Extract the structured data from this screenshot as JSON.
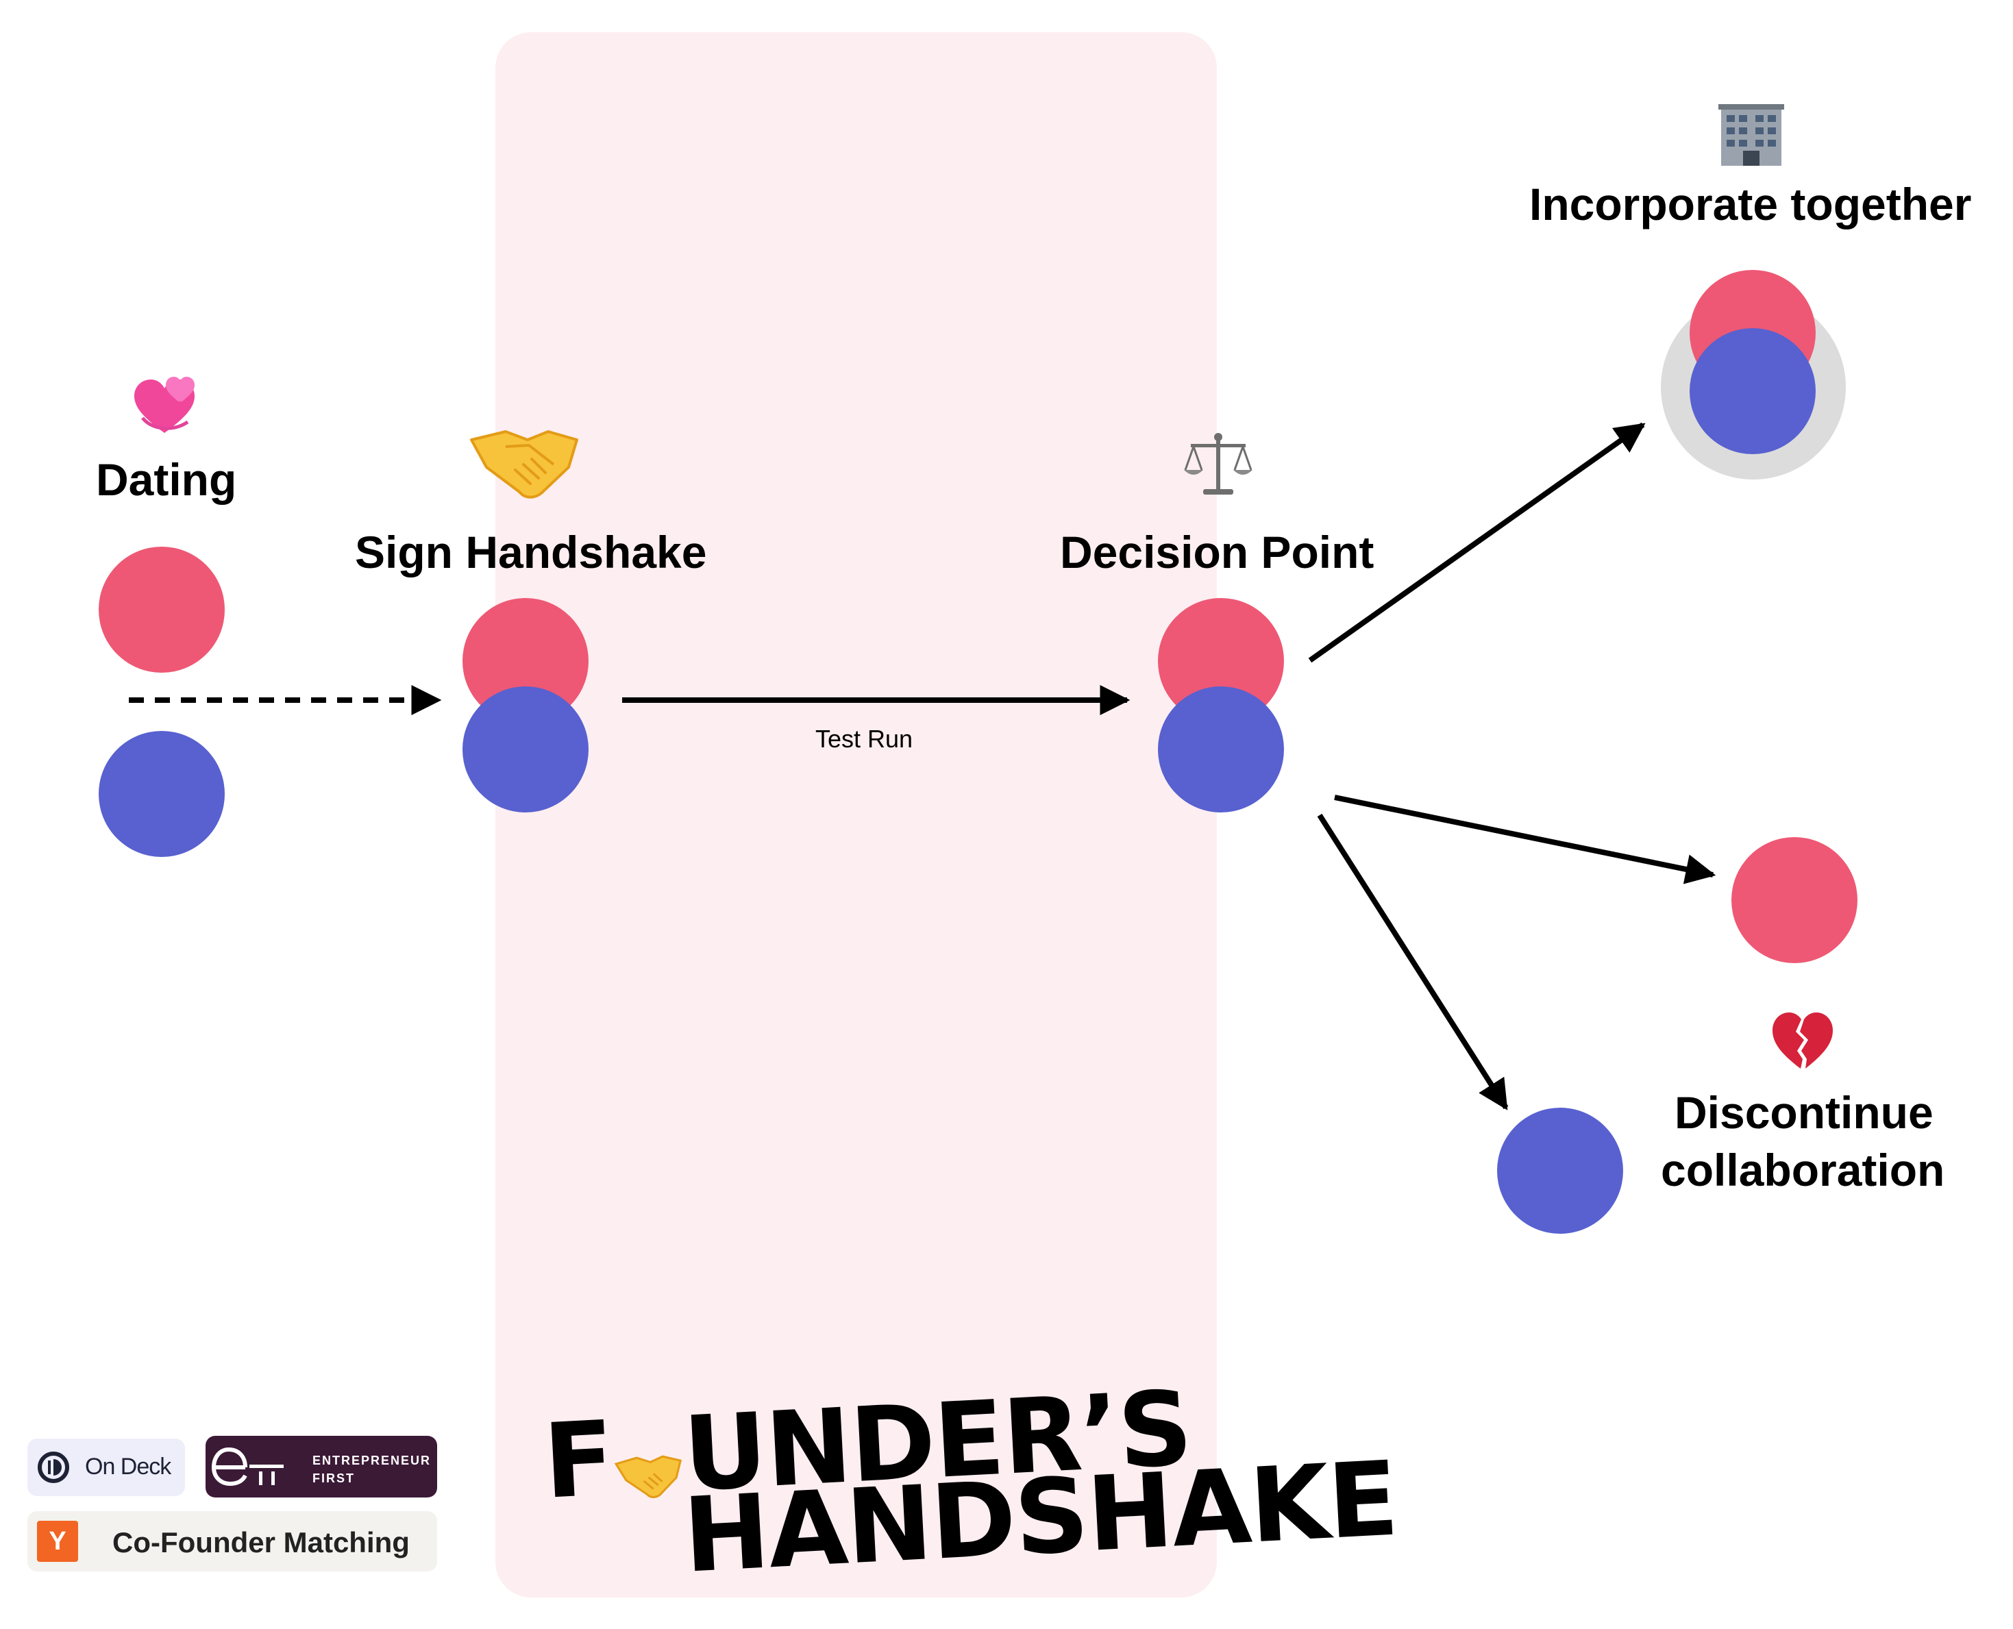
{
  "colors": {
    "panel": "#fdeef1",
    "pink": "#ee5874",
    "blue": "#5861cf",
    "merged_bg": "#dcdcdc",
    "ondeck_bg": "#eeeefa",
    "ef_bg": "#3b1a36",
    "yc_bg": "#f3f2ee",
    "yc_orange": "#f26522"
  },
  "stages": {
    "dating": {
      "label": "Dating",
      "icon": "two-hearts-icon"
    },
    "sign": {
      "label": "Sign Handshake",
      "icon": "handshake-icon"
    },
    "decision": {
      "label": "Decision Point",
      "icon": "balance-scale-icon"
    },
    "incorporate": {
      "label": "Incorporate together",
      "icon": "office-building-icon"
    },
    "discontinue": {
      "label_line1": "Discontinue",
      "label_line2": "collaboration",
      "icon": "broken-heart-icon"
    }
  },
  "edges": {
    "test_run": "Test Run"
  },
  "brand": {
    "line1_prefix": "F",
    "line1_suffix": "UNDER’S",
    "line2": "HANDSHAKE"
  },
  "partners": {
    "ondeck": "On Deck",
    "ef_line1": "ENTREPRENEUR",
    "ef_line2": "FIRST",
    "yc_letter": "Y",
    "yc_label": "Co-Founder Matching"
  }
}
